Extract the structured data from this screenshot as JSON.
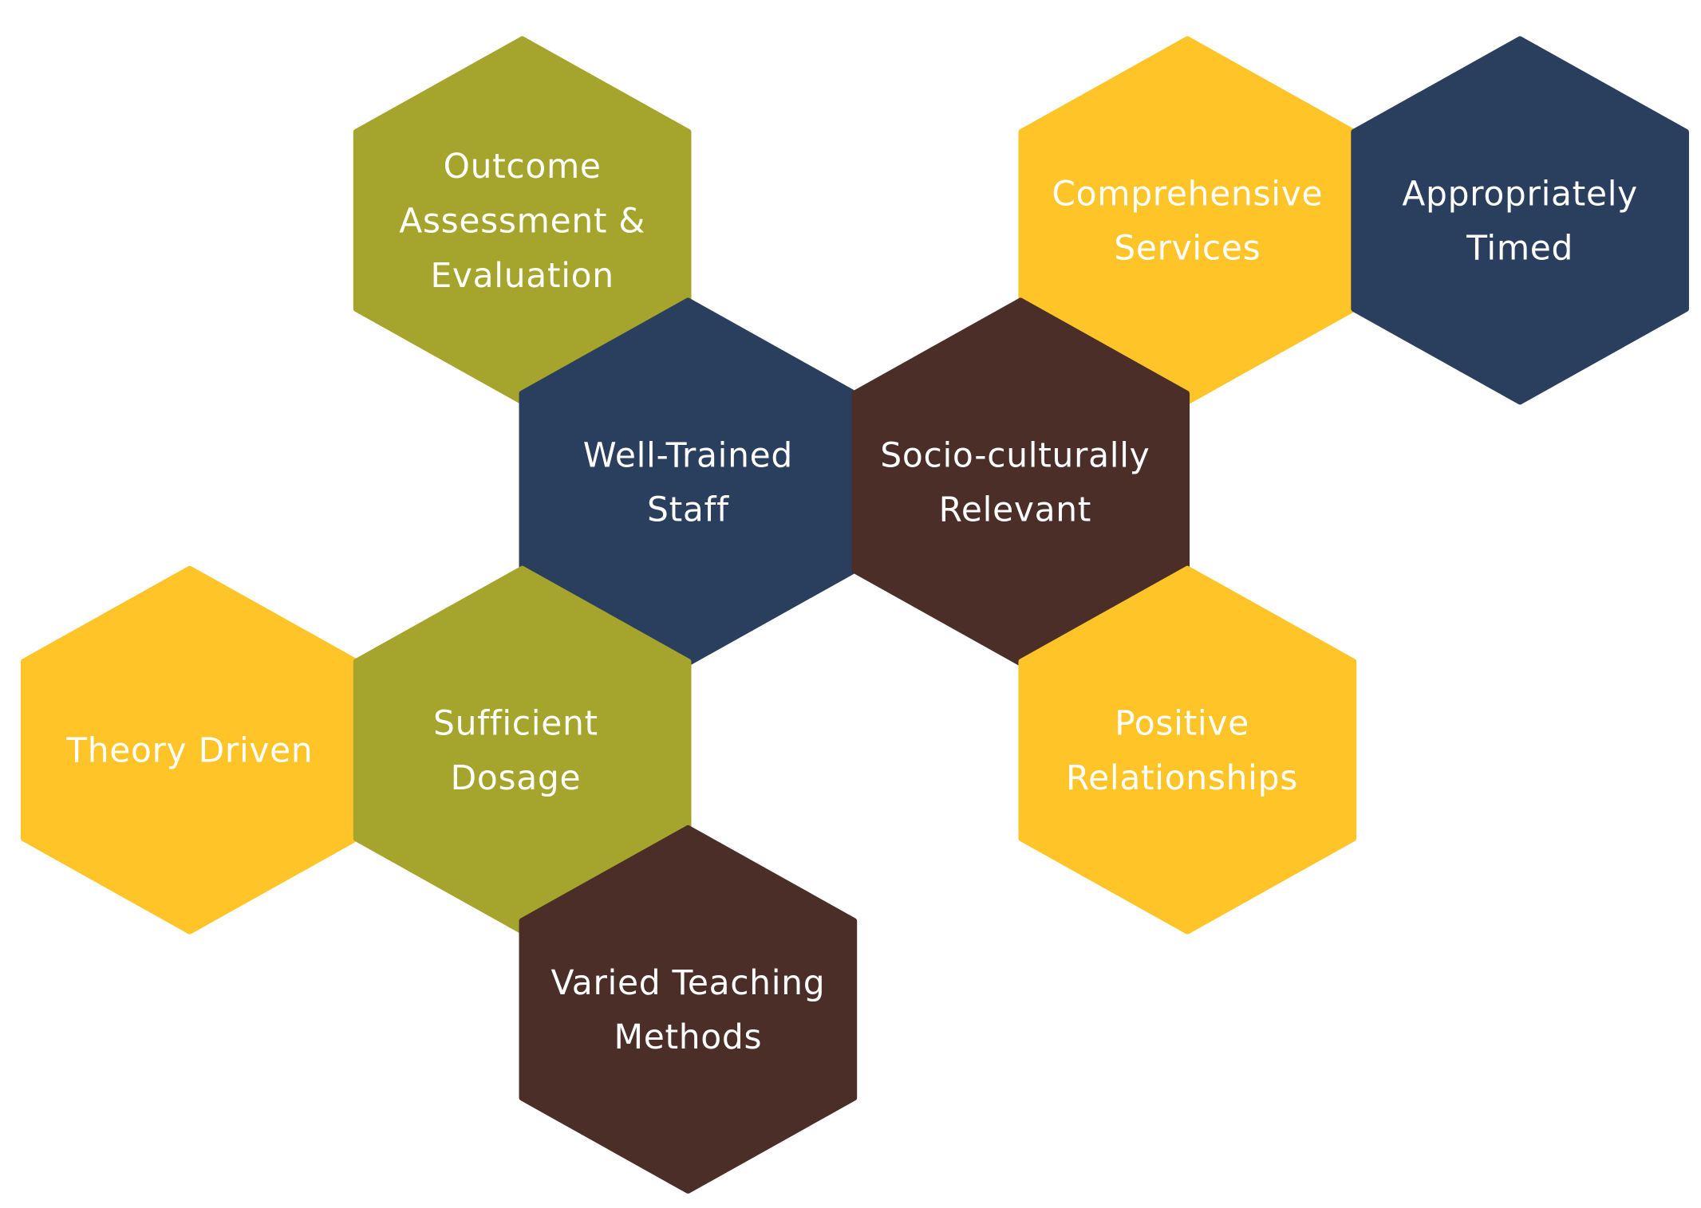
{
  "colors": {
    "olive": "#A5A42D",
    "yellow": "#FEC428",
    "navy": "#2A3E5E",
    "brown": "#4A2E27"
  },
  "hexagons": [
    {
      "id": "outcome-assessment",
      "lines": [
        "Outcome",
        "Assessment &",
        "Evaluation"
      ],
      "color": "olive"
    },
    {
      "id": "comprehensive-services",
      "lines": [
        "Comprehensive",
        "Services"
      ],
      "color": "yellow"
    },
    {
      "id": "appropriately-timed",
      "lines": [
        "Appropriately",
        "Timed"
      ],
      "color": "navy"
    },
    {
      "id": "well-trained-staff",
      "lines": [
        "Well-Trained",
        "Staff"
      ],
      "color": "navy"
    },
    {
      "id": "socio-culturally-relevant",
      "lines": [
        "Socio-culturally",
        "Relevant"
      ],
      "color": "brown"
    },
    {
      "id": "theory-driven",
      "lines": [
        "Theory Driven"
      ],
      "color": "yellow"
    },
    {
      "id": "sufficient-dosage",
      "lines": [
        "Sufficient",
        "Dosage"
      ],
      "color": "olive"
    },
    {
      "id": "positive-relationships",
      "lines": [
        "Positive",
        "Relationships"
      ],
      "color": "yellow"
    },
    {
      "id": "varied-teaching-methods",
      "lines": [
        "Varied Teaching",
        "Methods"
      ],
      "color": "brown"
    }
  ]
}
